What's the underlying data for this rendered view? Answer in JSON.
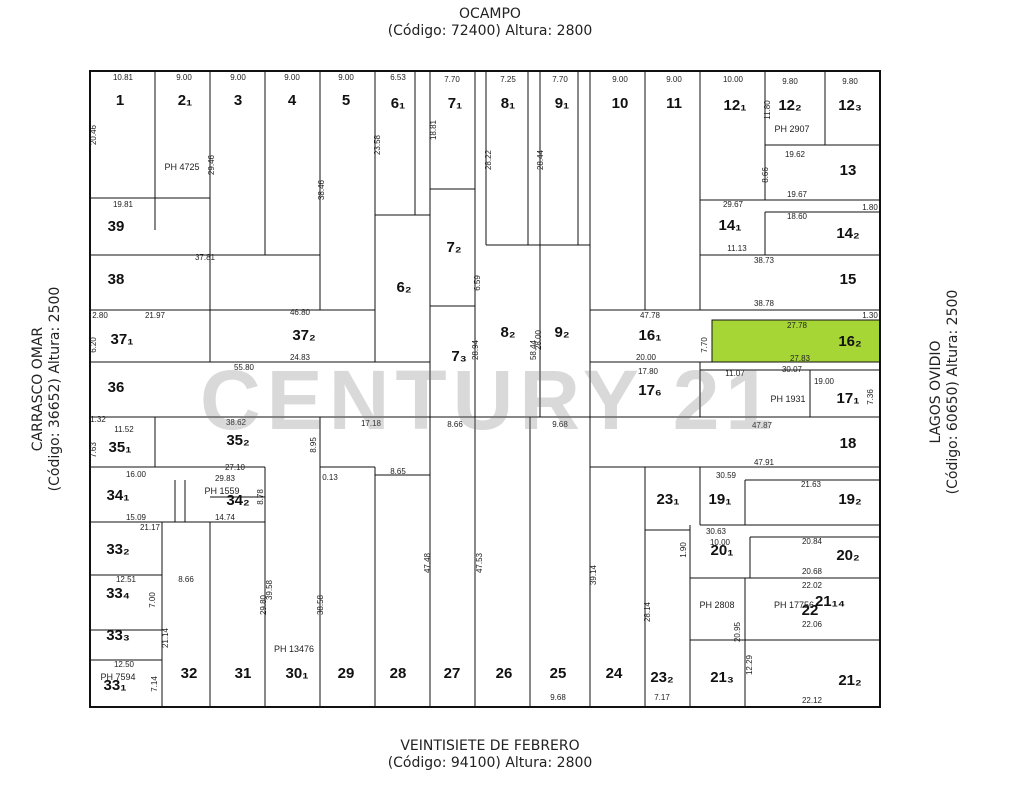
{
  "streets": {
    "north": {
      "name": "OCAMPO",
      "meta": "(Código: 72400) Altura: 2800"
    },
    "south": {
      "name": "VEINTISIETE DE FEBRERO",
      "meta": "(Código: 94100) Altura: 2800"
    },
    "west": {
      "name": "CARRASCO OMAR",
      "meta": "(Código: 36652) Altura: 2500"
    },
    "east": {
      "name": "LAGOS OVIDIO",
      "meta": "(Código: 60650) Altura: 2500"
    }
  },
  "watermark": "CENTURY 21",
  "highlight_color": "#a6d636",
  "highlighted_parcel": "16₂",
  "parcels": [
    "1",
    "2₁",
    "3",
    "4",
    "5",
    "6₁",
    "7₁",
    "8₁",
    "9₁",
    "10",
    "11",
    "12₁",
    "12₂",
    "12₃",
    "13",
    "14₁",
    "14₂",
    "15",
    "16₁",
    "16₂",
    "17₁",
    "17₆",
    "18",
    "19₁",
    "19₂",
    "20₁",
    "20₂",
    "21₁₄",
    "21₂",
    "21₃",
    "22",
    "23₁",
    "23₂",
    "24",
    "25",
    "26",
    "27",
    "28",
    "29",
    "30₁",
    "31",
    "32",
    "33₁",
    "33₂",
    "33₃",
    "33₄",
    "34₁",
    "34₂",
    "35₁",
    "35₂",
    "36",
    "37₁",
    "37₂",
    "38",
    "39",
    "6₂",
    "7₂",
    "7₃",
    "8₂",
    "9₂"
  ],
  "ph_labels": [
    "PH 4725",
    "PH 2907",
    "PH 1931",
    "PH 1559",
    "PH 2808",
    "PH 17756",
    "PH 13476",
    "PH 7594"
  ],
  "measures": [
    "10.81",
    "9.00",
    "9.00",
    "9.00",
    "9.00",
    "6.53",
    "7.70",
    "7.25",
    "7.70",
    "9.00",
    "9.00",
    "10.00",
    "9.80",
    "9.80",
    "20.46",
    "29.46",
    "38.46",
    "23.58",
    "18.81",
    "28.22",
    "28.44",
    "11.80",
    "19.62",
    "8.66",
    "19.67",
    "29.67",
    "18.60",
    "1.80",
    "11.13",
    "38.73",
    "38.78",
    "47.78",
    "27.78",
    "1.30",
    "27.83",
    "7.70",
    "20.00",
    "17.80",
    "55.80",
    "46.80",
    "37.81",
    "21.97",
    "24.83",
    "2.80",
    "6.20",
    "19.81",
    "11.07",
    "30.07",
    "19.00",
    "7.36",
    "47.87",
    "38.62",
    "17.18",
    "8.66",
    "9.68",
    "8.95",
    "8.65",
    "47.91",
    "30.59",
    "21.63",
    "21.17",
    "16.00",
    "15.09",
    "14.74",
    "29.83",
    "27.10",
    "11.52",
    "1.32",
    "7.63",
    "12.51",
    "12.50",
    "8.66",
    "9.68",
    "7.17",
    "30.63",
    "20.84",
    "20.68",
    "22.02",
    "22.06",
    "22.12",
    "12.29",
    "20.95",
    "29.80",
    "39.58",
    "47.48",
    "47.53",
    "39.14",
    "28.14",
    "38.58",
    "21.14",
    "7.14",
    "7.00",
    "8.78",
    "0.13",
    "10.00",
    "58.44",
    "28.94",
    "28.00",
    "1.90",
    "6.59"
  ]
}
